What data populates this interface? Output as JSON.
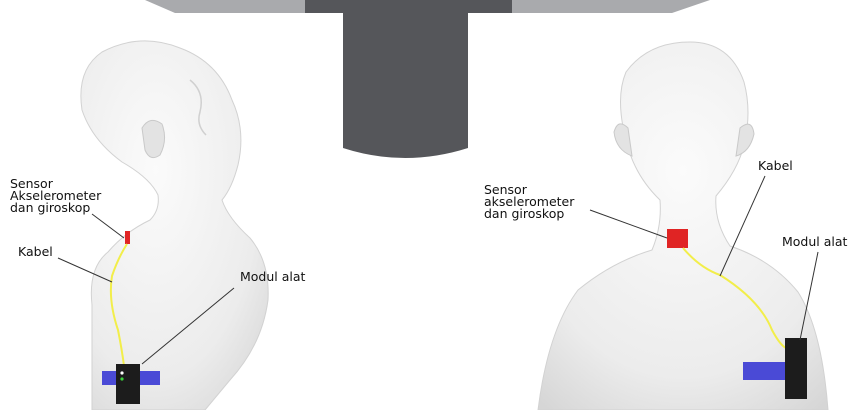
{
  "left_figure": {
    "sensor_label": [
      "Sensor",
      "Akselerometer",
      "dan giroskop"
    ],
    "cable_label": "Kabel",
    "module_label": "Modul alat"
  },
  "right_figure": {
    "sensor_label": [
      "Sensor",
      "akselerometer",
      "dan giroskop"
    ],
    "cable_label": "Kabel",
    "module_label": "Modul alat"
  },
  "colors": {
    "sensor": "#e02424",
    "module": "#1c1c1c",
    "armband": "#4a4ad6",
    "cable": "#f2ee4a",
    "figure": "#efefef",
    "backdrop_dark": "#55565a",
    "backdrop_mid": "#a9aaad"
  }
}
